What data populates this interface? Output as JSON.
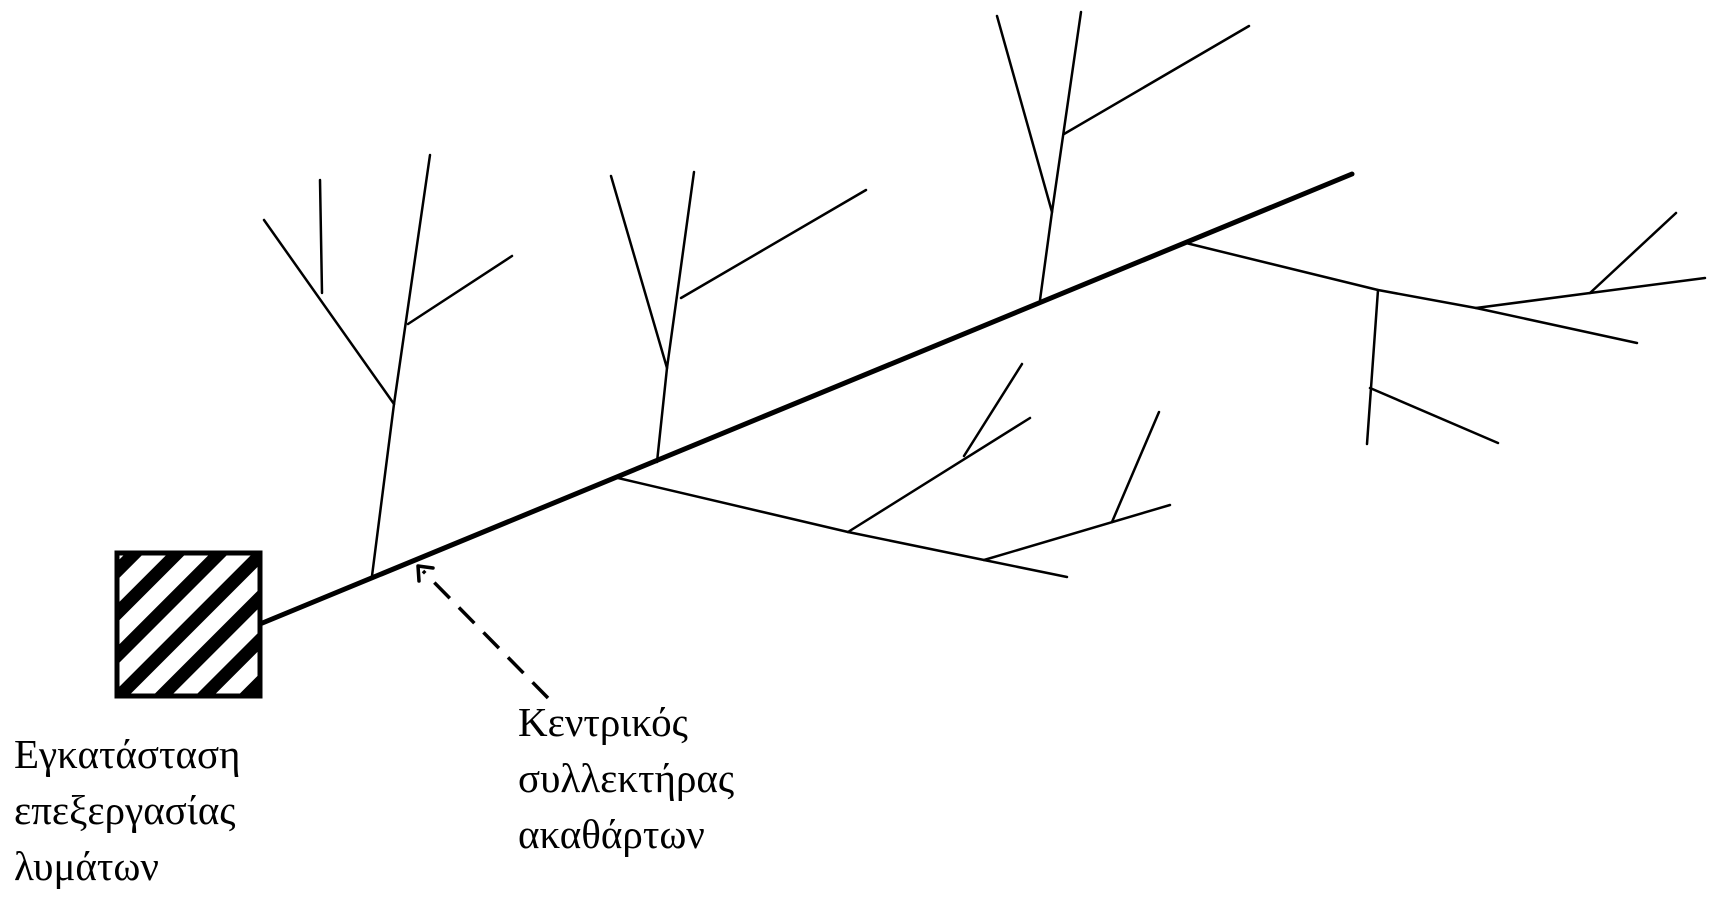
{
  "labels": {
    "treatment_plant": [
      "Εγκατάσταση",
      "επεξεργασίας",
      "λυμάτων"
    ],
    "main_sewer": [
      "Κεντρικός",
      "συλλεκτήρας",
      "ακαθάρτων"
    ]
  },
  "colors": {
    "ink": "#000000",
    "background": "#ffffff"
  }
}
